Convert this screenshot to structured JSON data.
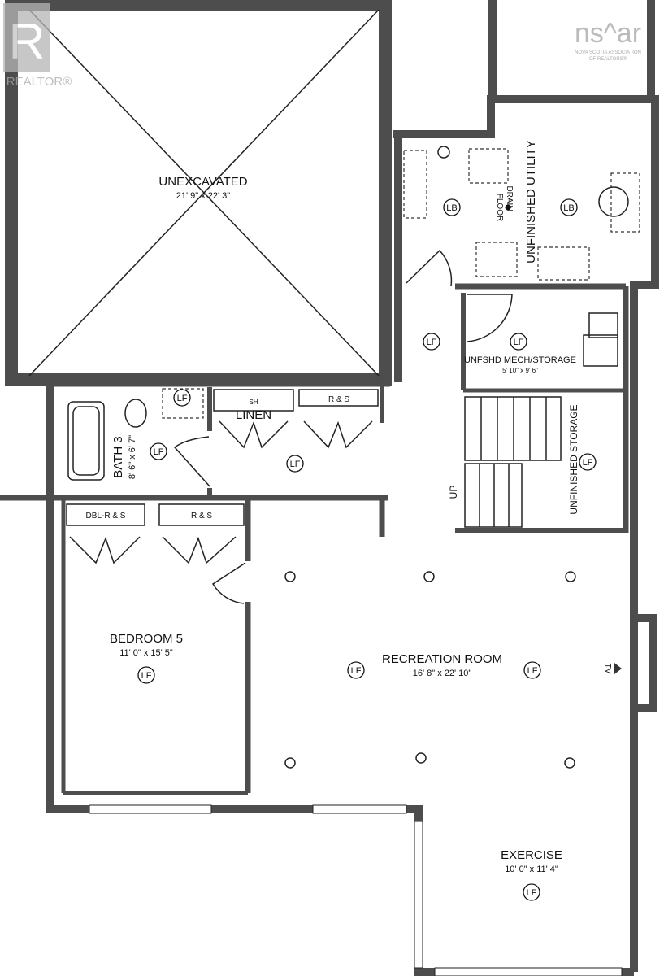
{
  "logos": {
    "realtor": "REALTOR®",
    "nsar": "ns^ar",
    "nsar_sub1": "NOVA SCOTIA ASSOCIATION",
    "nsar_sub2": "OF REALTORS®"
  },
  "rooms": {
    "unexcavated": {
      "name": "UNEXCAVATED",
      "dim": "21' 9\" x 22' 3\""
    },
    "utility": {
      "name": "UNFINISHED UTILITY"
    },
    "mech": {
      "name": "UNFSHD MECH/STORAGE",
      "dim": "5' 10\" x 9' 6\""
    },
    "storage": {
      "name": "UNFINISHED STORAGE"
    },
    "bath": {
      "name": "BATH 3",
      "dim": "8' 6\" x 6' 7\""
    },
    "linen": {
      "name": "LINEN"
    },
    "bedroom": {
      "name": "BEDROOM 5",
      "dim": "11' 0\" x 15' 5\""
    },
    "recreation": {
      "name": "RECREATION ROOM",
      "dim": "16' 8\" x 22' 10\""
    },
    "exercise": {
      "name": "EXERCISE",
      "dim": "10' 0\" x 11' 4\""
    }
  },
  "labels": {
    "floor_drain_1": "FLOOR",
    "floor_drain_2": "DRAIN",
    "up": "UP",
    "tv": "TV",
    "sh": "SH",
    "rs": "R & S",
    "dbl_rs": "DBL-R & S"
  },
  "symbols": {
    "lf": "LF",
    "lb": "LB"
  }
}
